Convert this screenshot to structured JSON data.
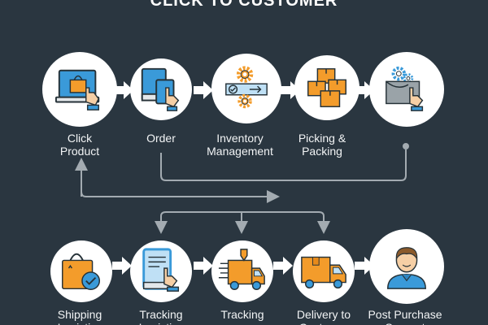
{
  "title": "CLICK TO CUSTOMER",
  "colors": {
    "background": "#2a3640",
    "circle": "#ffffff",
    "connector": "#a3abb1",
    "icon_blue": "#3a9ad9",
    "icon_orange": "#f39c2b",
    "icon_gray": "#9aa3a8",
    "skin": "#f6cfa5"
  },
  "top_row": [
    {
      "label": "Click\nProduct",
      "icon": "laptop-shopping-bag-icon"
    },
    {
      "label": "Order",
      "icon": "devices-touch-icon"
    },
    {
      "label": "Inventory\nManagement",
      "icon": "gears-conveyor-icon"
    },
    {
      "label": "Picking &\nPacking",
      "icon": "boxes-icon"
    },
    {
      "label": "",
      "icon": "envelope-gears-touch-icon"
    }
  ],
  "bottom_row": [
    {
      "label": "Shipping\nLogistics",
      "icon": "shopping-bag-check-icon"
    },
    {
      "label": "Tracking\nLogistics",
      "icon": "tablet-touch-icon"
    },
    {
      "label": "Tracking",
      "icon": "delivery-truck-pin-icon"
    },
    {
      "label": "Delivery to\nCustomer",
      "icon": "delivery-truck-box-icon"
    },
    {
      "label": "Post Purchase\nSupport",
      "icon": "support-person-icon"
    }
  ]
}
